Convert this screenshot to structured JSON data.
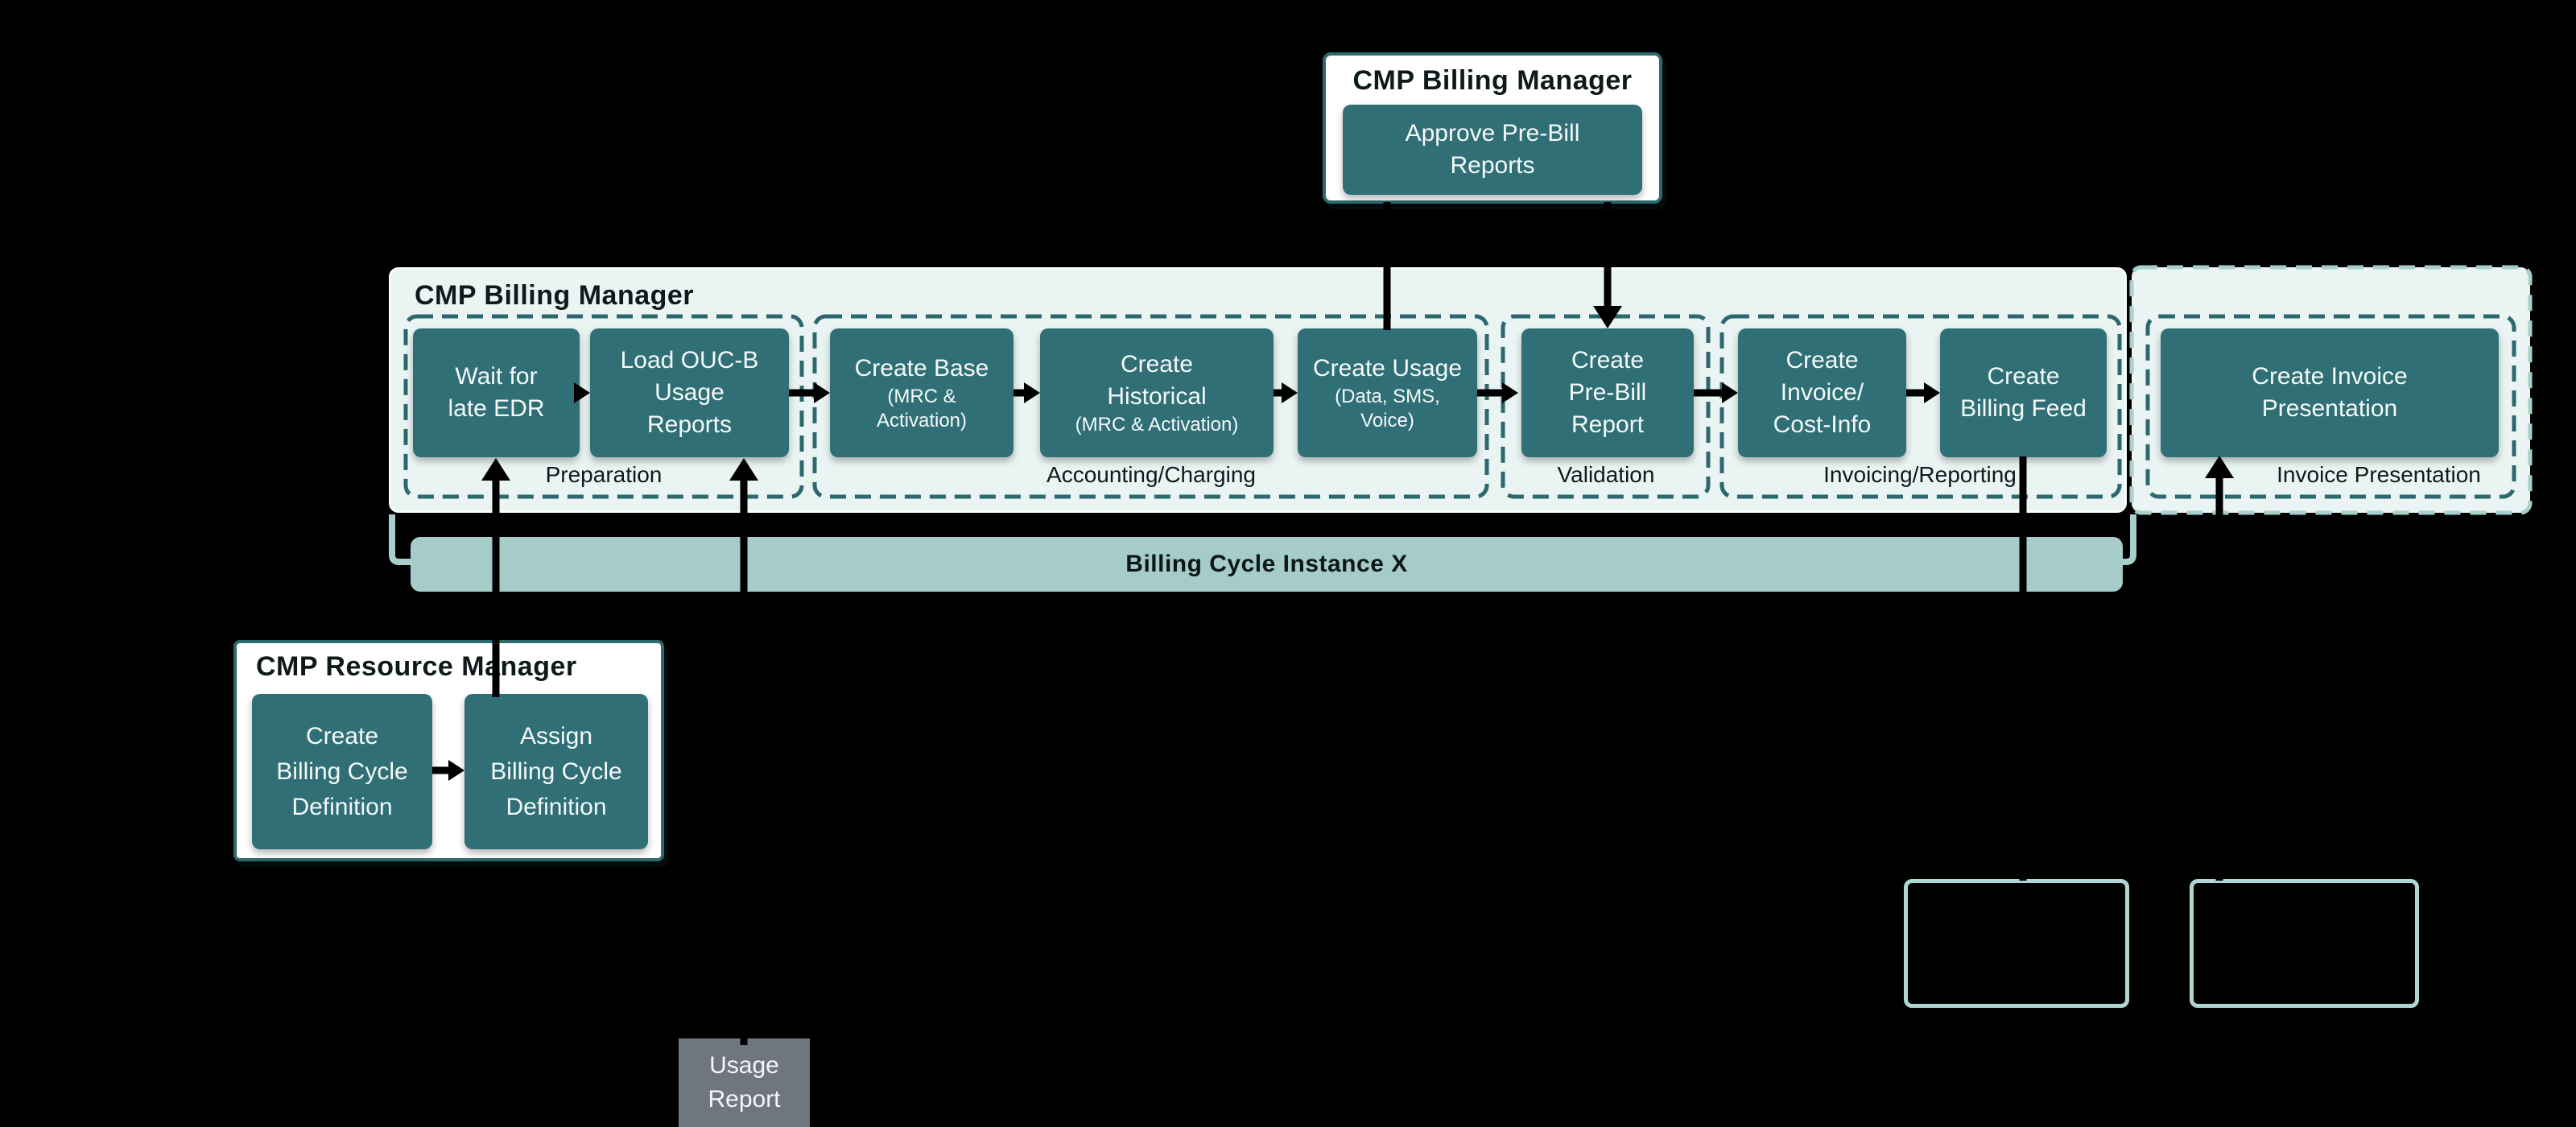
{
  "colors": {
    "task_fill": "#2F6F75",
    "lane_fill": "#E9F4F3",
    "bar_fill": "#A5CCC9",
    "sage_connector": "#A9CFCC",
    "ghost_border": "#AFD6D2",
    "group_dash": "#2C686E",
    "actor_border": "#2C6A70",
    "artifact_fill": "#6F7680",
    "arrow": "#000000",
    "background": "#000000"
  },
  "top_actor": {
    "title": "CMP Billing Manager",
    "task": "Approve Pre-Bill\nReports"
  },
  "main_lane": {
    "title": "CMP Billing Manager"
  },
  "groups": {
    "preparation": {
      "label": "Preparation",
      "task1": "Wait for\nlate EDR",
      "task2": "Load OUC-B\nUsage\nReports"
    },
    "accounting": {
      "label": "Accounting/Charging",
      "task1_title": "Create Base",
      "task1_sub": "(MRC &\nActivation)",
      "task2_title": "Create\nHistorical",
      "task2_sub": "(MRC & Activation)",
      "task3_title": "Create Usage",
      "task3_sub": "(Data, SMS,\nVoice)"
    },
    "validation": {
      "label": "Validation",
      "task1": "Create\nPre-Bill\nReport"
    },
    "invoicing": {
      "label": "Invoicing/Reporting",
      "task1": "Create\nInvoice/\nCost-Info",
      "task2": "Create\nBilling Feed"
    },
    "invoice_presentation": {
      "label": "Invoice Presentation",
      "task1": "Create Invoice\nPresentation"
    }
  },
  "bar": {
    "label": "Billing Cycle Instance X"
  },
  "resource_lane": {
    "title": "CMP Resource Manager",
    "task1": "Create\nBilling Cycle\nDefinition",
    "task2": "Assign\nBilling Cycle\nDefinition"
  },
  "artifact": {
    "label": "Usage\nReport"
  }
}
